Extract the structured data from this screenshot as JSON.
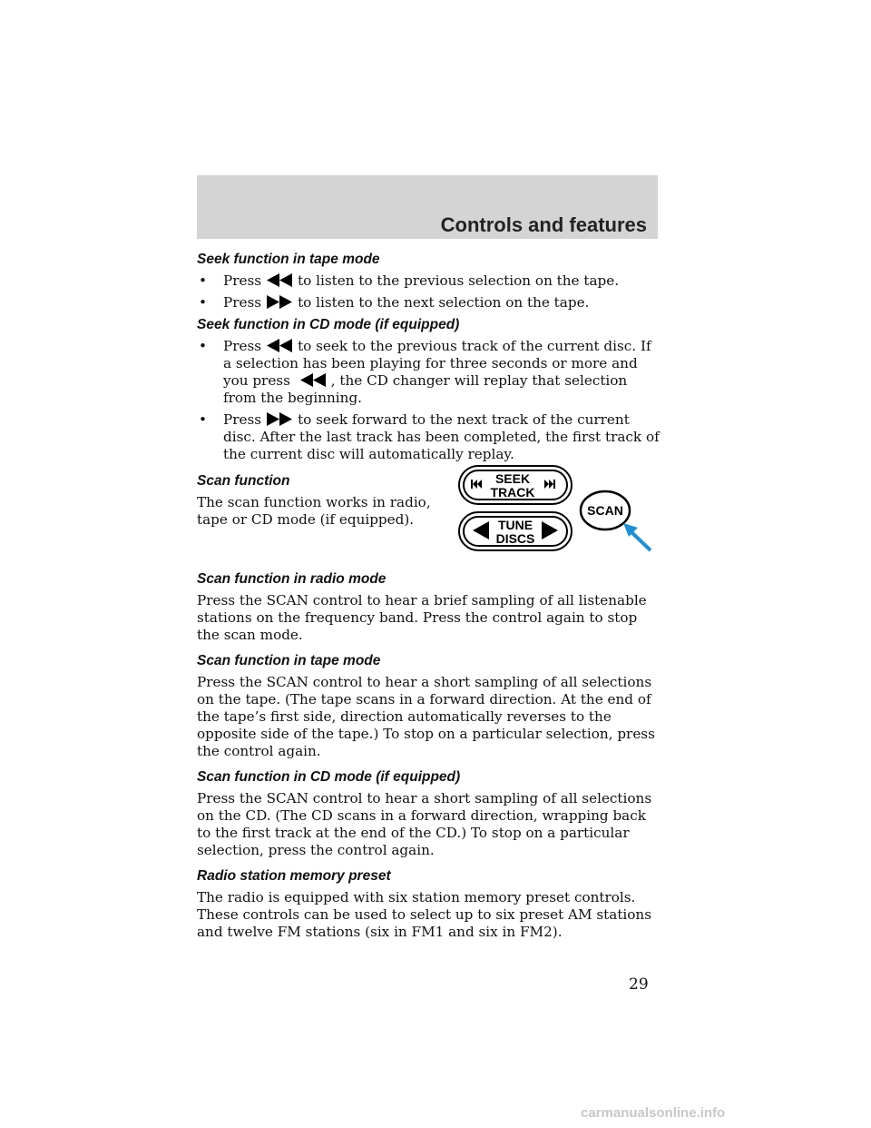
{
  "header": {
    "title": "Controls and features"
  },
  "sections": {
    "tape_seek": {
      "heading": "Seek function in tape mode",
      "b1_pre": "Press",
      "b1_post": "to listen to the previous selection on the tape.",
      "b2_pre": "Press",
      "b2_post": "to listen to the next selection on the tape."
    },
    "cd_seek": {
      "heading": "Seek function in CD mode (if equipped)",
      "b1_pre": "Press",
      "b1_mid": "to seek to the previous track of the current disc. If a selection has been playing for three seconds or more and you press",
      "b1_post": ", the CD changer will replay that selection from the beginning.",
      "b2_pre": "Press",
      "b2_post": "to seek forward to the next track of the current disc. After the last track has been completed, the first track of the current disc will automatically replay."
    },
    "scan": {
      "heading": "Scan function",
      "body": "The scan function works in radio, tape or CD mode (if equipped)."
    },
    "scan_radio": {
      "heading": "Scan function in radio mode",
      "body": "Press the SCAN control to hear a brief sampling of all listenable stations on the frequency band. Press the control again to stop the scan mode."
    },
    "scan_tape": {
      "heading": "Scan function in tape mode",
      "body": "Press the SCAN control to hear a short sampling of all selections on the tape. (The tape scans in a forward direction. At the end of the tape’s first side, direction automatically reverses to the opposite side of the tape.) To stop on a particular selection, press the control again."
    },
    "scan_cd": {
      "heading": "Scan function in CD mode (if equipped)",
      "body": "Press the SCAN control to hear a short sampling of all selections on the CD. (The CD scans in a forward direction, wrapping back to the first track at the end of the CD.) To stop on a particular selection, press the control again."
    },
    "preset": {
      "heading": "Radio station memory preset",
      "body": "The radio is equipped with six station memory preset controls. These controls can be used to select up to six preset AM stations and twelve FM stations (six in FM1 and six in FM2)."
    }
  },
  "bullet": "•",
  "diagram": {
    "seek_line1": "SEEK",
    "seek_line2": "TRACK",
    "tune_line1": "TUNE",
    "tune_line2": "DISCS",
    "scan_label": "SCAN"
  },
  "page_number": "29",
  "footer": {
    "watermark": "carmanualsonline.info"
  },
  "icons": [
    "rewind-icon",
    "fast-forward-icon",
    "skip-back-icon",
    "skip-forward-icon",
    "arrow-left-icon",
    "arrow-right-icon",
    "pointer-arrow-icon"
  ]
}
